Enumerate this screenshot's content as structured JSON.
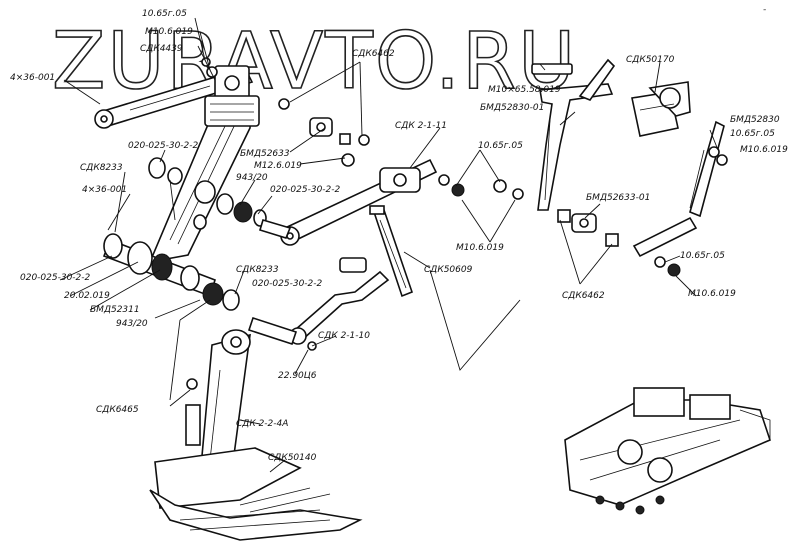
{
  "watermark": "ZURAVTO.RU",
  "corner_mark": "-",
  "labels": [
    {
      "id": "l1",
      "text": "10.65г.05"
    },
    {
      "id": "l2",
      "text": "М10.6.019"
    },
    {
      "id": "l3",
      "text": "СДК4439"
    },
    {
      "id": "l4",
      "text": "4×36-001"
    },
    {
      "id": "l5",
      "text": "СДК6462"
    },
    {
      "id": "l6",
      "text": "М10×65.58.019"
    },
    {
      "id": "l7",
      "text": "СДК50170"
    },
    {
      "id": "l8",
      "text": "БМД52830-01"
    },
    {
      "id": "l9",
      "text": "БМД52830"
    },
    {
      "id": "l10",
      "text": "10.65г.05"
    },
    {
      "id": "l11",
      "text": "М10.6.019"
    },
    {
      "id": "l12",
      "text": "020-025-30-2-2"
    },
    {
      "id": "l13",
      "text": "СДК 2-1-11"
    },
    {
      "id": "l14",
      "text": "10.65г.05"
    },
    {
      "id": "l15",
      "text": "СДК8233"
    },
    {
      "id": "l16",
      "text": "БМД52633"
    },
    {
      "id": "l17",
      "text": "М12.6.019"
    },
    {
      "id": "l18",
      "text": "943/20"
    },
    {
      "id": "l19",
      "text": "020-025-30-2-2"
    },
    {
      "id": "l20",
      "text": "4×36-001"
    },
    {
      "id": "l21",
      "text": "БМД52633-01"
    },
    {
      "id": "l22",
      "text": "М10.6.019"
    },
    {
      "id": "l23",
      "text": "СДК50609"
    },
    {
      "id": "l24",
      "text": "020-025-30-2-2"
    },
    {
      "id": "l25",
      "text": "СДК8233"
    },
    {
      "id": "l26",
      "text": "020-025-30-2-2"
    },
    {
      "id": "l27",
      "text": "20.02.019"
    },
    {
      "id": "l28",
      "text": "БМД52311"
    },
    {
      "id": "l29",
      "text": "943/20"
    },
    {
      "id": "l30",
      "text": "СДК6462"
    },
    {
      "id": "l31",
      "text": "10.65г.05"
    },
    {
      "id": "l32",
      "text": "М10.6.019"
    },
    {
      "id": "l33",
      "text": "СДК 2-1-10"
    },
    {
      "id": "l34",
      "text": "22.90Ц6"
    },
    {
      "id": "l35",
      "text": "СДК6465"
    },
    {
      "id": "l36",
      "text": "СДК 2-2-4А"
    },
    {
      "id": "l37",
      "text": "СДК50140"
    }
  ]
}
